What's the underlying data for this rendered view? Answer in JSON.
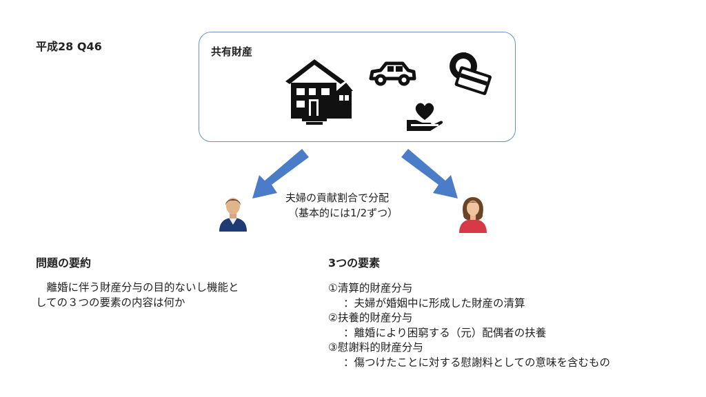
{
  "slide_id": "平成28 Q46",
  "assets": {
    "title": "共有財産",
    "icons": [
      "house-icon",
      "car-icon",
      "wallet-card-icon",
      "heart-hand-icon"
    ]
  },
  "division_note": {
    "line1": "夫婦の貢献割合で分配",
    "line2": "（基本的には1/2ずつ）"
  },
  "people": [
    "husband-avatar",
    "wife-avatar"
  ],
  "colors": {
    "box_border": "#6f8fc4",
    "arrow": "#4a7cc7",
    "husband": "#1f3a75",
    "wife": "#d63a47"
  },
  "summary": {
    "heading": "問題の要約",
    "text_line1": "　離婚に伴う財産分与の目的ないし機能と",
    "text_line2": "しての３つの要素の内容は何か"
  },
  "elements": {
    "heading": "3つの要素",
    "items": [
      {
        "title": "①清算的財産分与",
        "desc": "：夫婦が婚姻中に形成した財産の清算"
      },
      {
        "title": "②扶養的財産分与",
        "desc": "：離婚により困窮する（元）配偶者の扶養"
      },
      {
        "title": "③慰謝料的財産分与",
        "desc": "：傷つけたことに対する慰謝料としての意味を含むもの"
      }
    ]
  }
}
